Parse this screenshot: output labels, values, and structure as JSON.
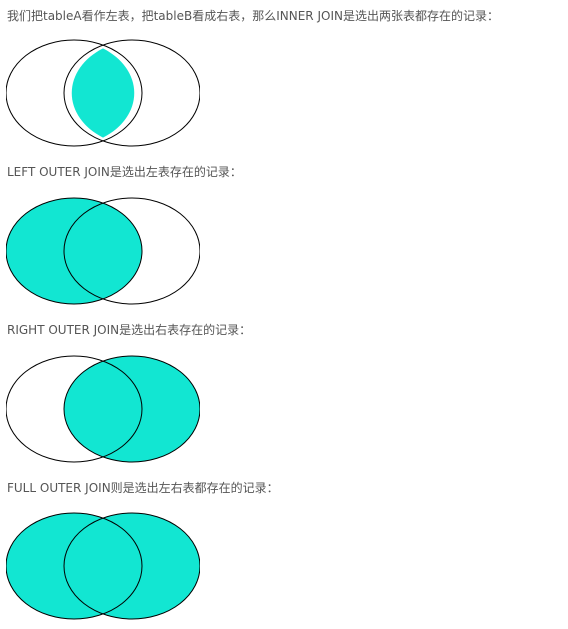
{
  "captions": {
    "inner": "我们把tableA看作左表，把tableB看成右表，那么INNER JOIN是选出两张表都存在的记录：",
    "left": "LEFT OUTER JOIN是选出左表存在的记录：",
    "right": "RIGHT OUTER JOIN是选出右表存在的记录：",
    "full": "FULL OUTER JOIN则是选出左右表都存在的记录："
  },
  "colors": {
    "fill": "#12e6d2",
    "stroke": "#000000"
  }
}
